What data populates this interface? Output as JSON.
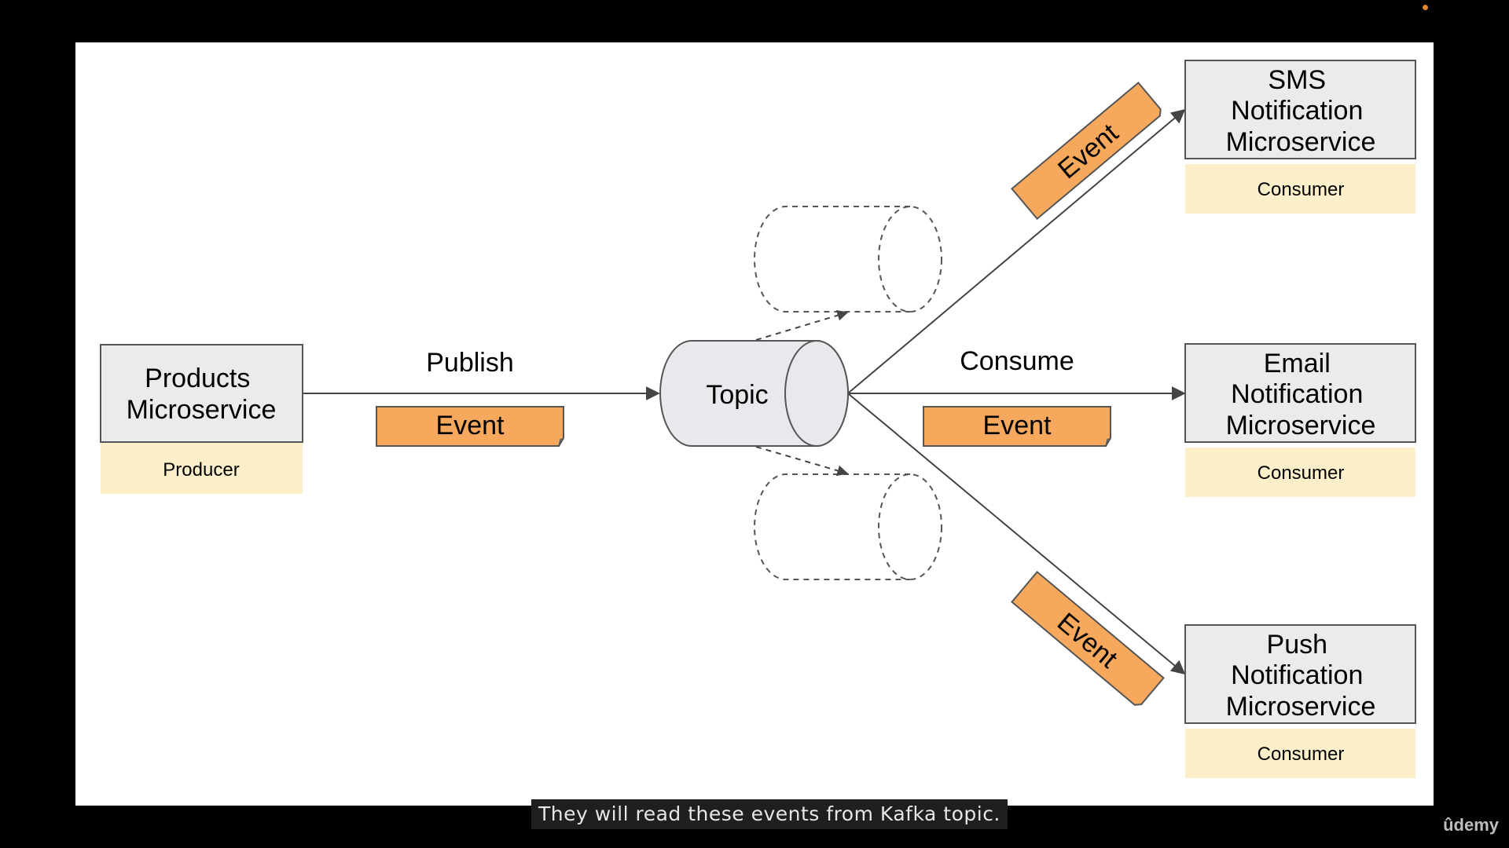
{
  "diagram": {
    "producer": {
      "title_lines": [
        "Products",
        "Microservice"
      ],
      "role": "Producer"
    },
    "publish_label": "Publish",
    "consume_label": "Consume",
    "topic_label": "Topic",
    "event_label": "Event",
    "consumers": [
      {
        "title_lines": [
          "SMS",
          "Notification",
          "Microservice"
        ],
        "role": "Consumer"
      },
      {
        "title_lines": [
          "Email",
          "Notification",
          "Microservice"
        ],
        "role": "Consumer"
      },
      {
        "title_lines": [
          "Push",
          "Notification",
          "Microservice"
        ],
        "role": "Consumer"
      }
    ],
    "colors": {
      "service_box_fill": "#ebeaed",
      "service_box_stroke": "#555555",
      "role_fill": "#fdefca",
      "event_fill": "#f6a85c",
      "event_stroke": "#555555",
      "topic_fill": "#e9e8ec",
      "arrow": "#444444"
    }
  },
  "subtitle": "They will read these events from Kafka topic.",
  "brand": "ûdemy"
}
